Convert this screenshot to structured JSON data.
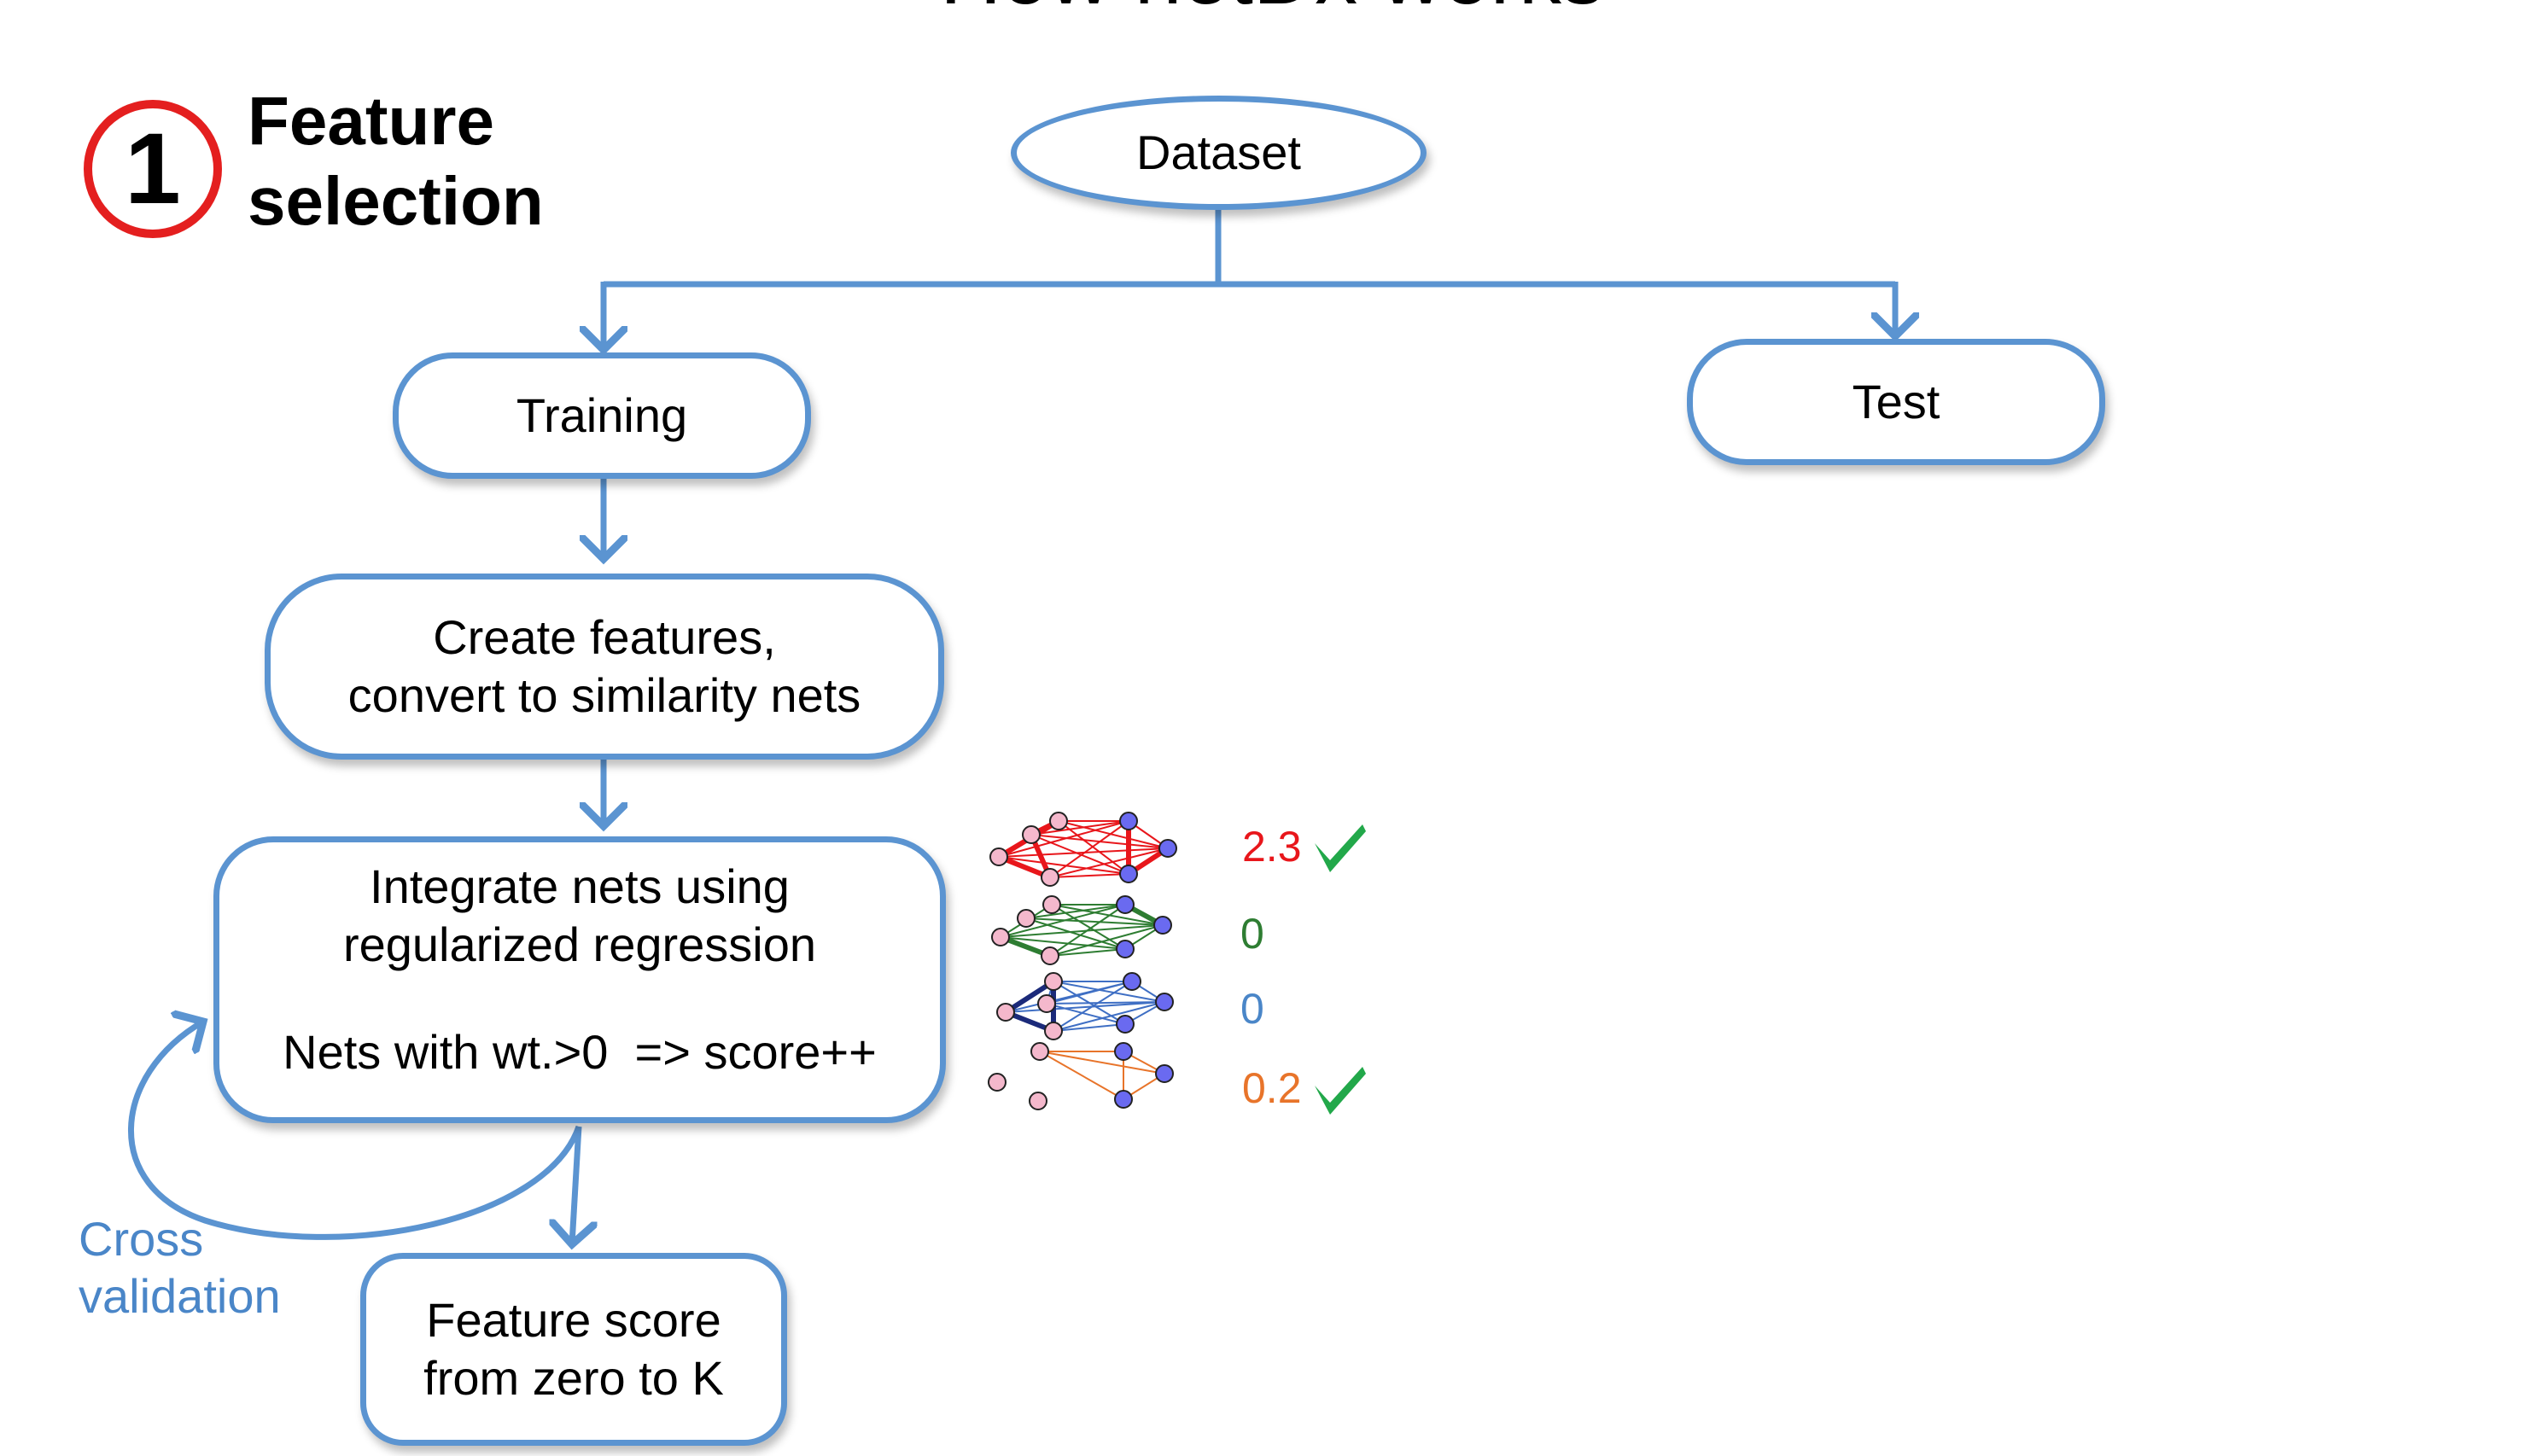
{
  "slide": {
    "title_partial": "How  netDx  works"
  },
  "step": {
    "number": "1",
    "title": "Feature\nselection"
  },
  "flow": {
    "dataset": "Dataset",
    "training": "Training",
    "test": "Test",
    "create_features": "Create features,\nconvert to similarity nets",
    "integrate_main": "Integrate nets using\nregularized regression",
    "integrate_rule": "Nets with wt.>0  => score++",
    "feature_score": "Feature score\nfrom zero to K",
    "cross_validation": "Cross\nvalidation"
  },
  "networks": [
    {
      "weight": "2.3",
      "color": "#e8161b",
      "selected": true
    },
    {
      "weight": "0",
      "color": "#2e7d32",
      "selected": false
    },
    {
      "weight": "0",
      "color": "#3f6fc4",
      "selected": false
    },
    {
      "weight": "0.2",
      "color": "#e8742a",
      "selected": true
    }
  ],
  "colors": {
    "box_border": "#5b94d1",
    "arrow": "#5b94d1",
    "badge": "#e41f1f",
    "check": "#22a84a",
    "node_pink": "#f4b8cc",
    "node_blue": "#6a6af0",
    "cv_text": "#4a86c8"
  },
  "icons": [
    "check-icon"
  ]
}
